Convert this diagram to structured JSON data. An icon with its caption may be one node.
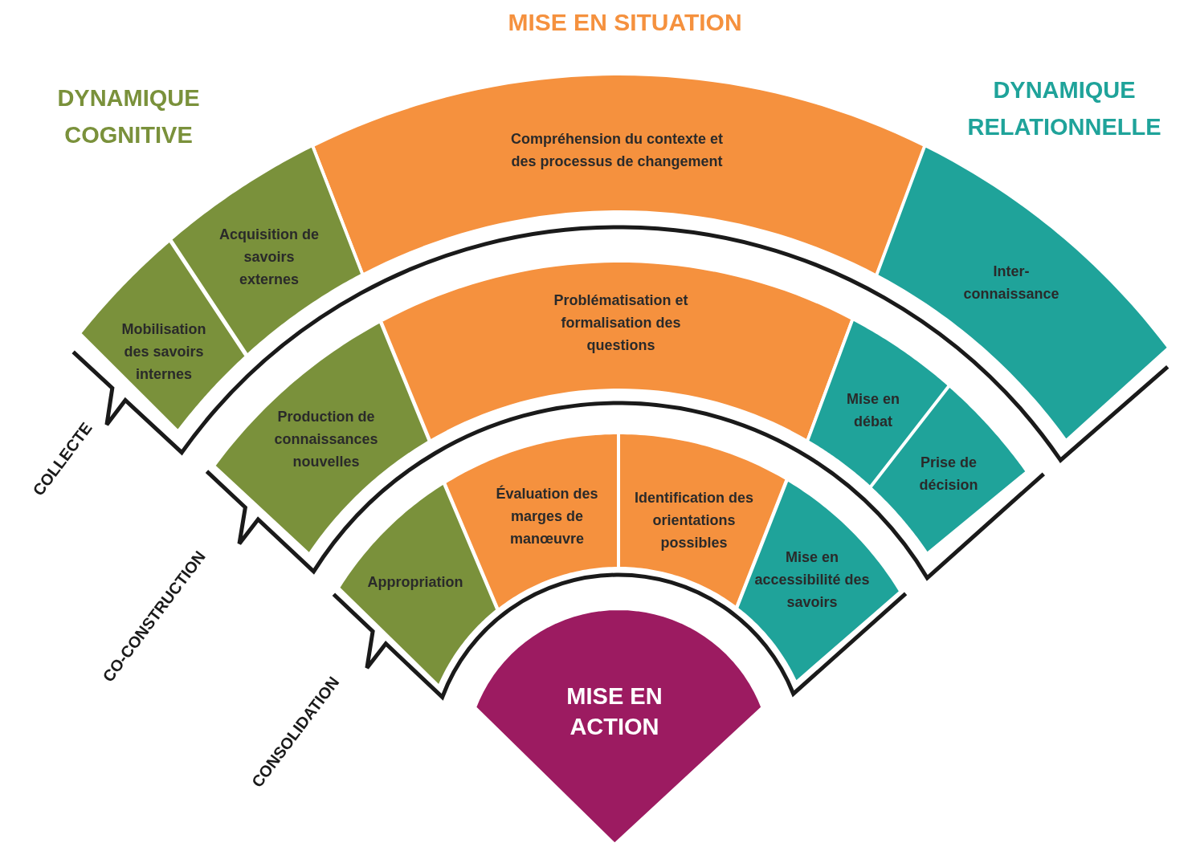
{
  "diagram": {
    "nodes": [
      {
        "text": [
          "Compréhension du contexte et des processus de changement"
        ]
      },
      {
        "text": [
          "Acquisition de savoirs externes"
        ]
      },
      {
        "text": [
          "Inter- connaissance"
        ]
      },
      {
        "text": [
          "Mobilisation des savoirs internes"
        ]
      },
      {
        "text": [
          "Problématisation et formalisation des questions"
        ]
      },
      {
        "text": [
          "Production de connaissances nouvelles"
        ]
      },
      {
        "text": [
          "Mise en débat"
        ]
      },
      {
        "text": [
          "Prise de décision"
        ]
      },
      {
        "text": [
          "Évaluation des marges de manœuvre"
        ]
      },
      {
        "text": [
          "Identification des orientations possibles"
        ]
      },
      {
        "text": [
          "Appropriation"
        ]
      },
      {
        "text": [
          "Mise en accessibilité des savoirs"
        ]
      },
      {
        "text": [
          "MISE EN ACTION"
        ]
      }
    ],
    "labels": [
      "MISE EN SITUATION",
      "DYNAMIQUE COGNITIVE",
      "DYNAMIQUE RELATIONNELLE",
      "COLLECTE",
      "CO-CONSTRUCTION",
      "CONSOLIDATION"
    ]
  }
}
